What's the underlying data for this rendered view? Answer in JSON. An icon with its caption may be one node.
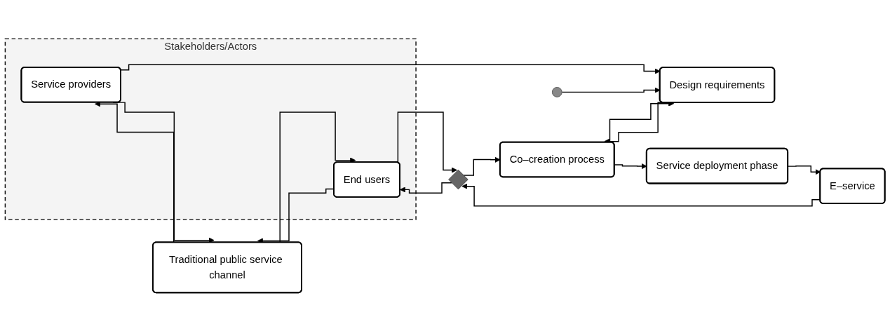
{
  "diagram": {
    "nodes": [
      {
        "text": [
          "Stakeholders/Actors"
        ]
      },
      {
        "text": [
          "Service providers"
        ],
        "in": 0
      },
      {
        "text": [
          "End users"
        ],
        "in": 0
      },
      {
        "text": [
          "Traditional public service channel"
        ]
      },
      {
        "text": [],
        "shape": "circle"
      },
      {
        "text": [
          "Design requirements"
        ]
      },
      {
        "text": [
          "Co–creation process"
        ]
      },
      {
        "text": [
          "Service deployment phase"
        ]
      },
      {
        "text": [
          "E–service"
        ]
      },
      {
        "text": [],
        "shape": "diamond"
      }
    ],
    "edges": [
      {
        "from": 3,
        "to": 1,
        "arrow": "to"
      },
      {
        "from": 1,
        "to": 3,
        "arrow": "to"
      },
      {
        "from": 2,
        "to": 3,
        "arrow": "to"
      },
      {
        "from": 3,
        "to": 2,
        "arrow": "to"
      },
      {
        "from": 1,
        "to": 5,
        "arrow": "to"
      },
      {
        "from": 4,
        "to": 5,
        "arrow": "to"
      },
      {
        "from": 5,
        "to": 6,
        "arrow": "to"
      },
      {
        "from": 6,
        "to": 5,
        "arrow": "to"
      },
      {
        "from": 6,
        "to": 7,
        "arrow": "to"
      },
      {
        "from": 7,
        "to": 8,
        "arrow": "to"
      },
      {
        "from": 8,
        "to": 9,
        "arrow": "to"
      },
      {
        "from": 9,
        "to": 2,
        "arrow": "to"
      },
      {
        "from": 2,
        "to": 9,
        "arrow": "to"
      },
      {
        "from": 9,
        "to": 6,
        "arrow": "to"
      }
    ]
  }
}
